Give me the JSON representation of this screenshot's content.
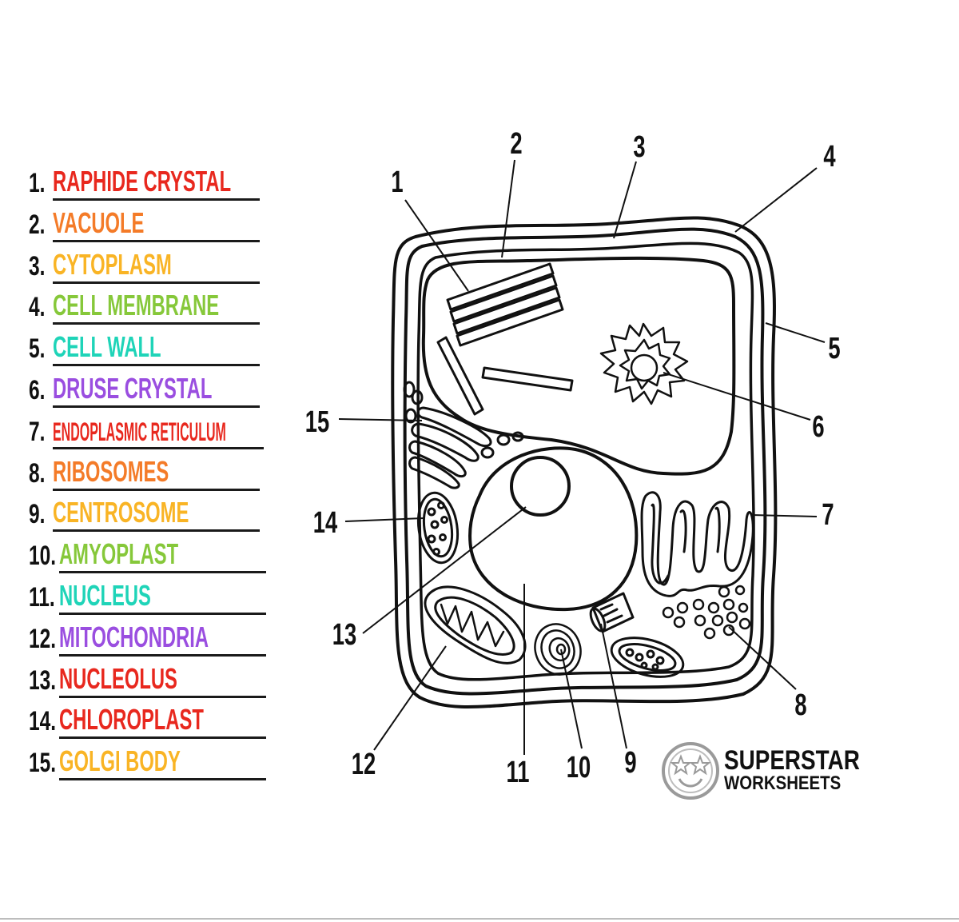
{
  "labels": [
    {
      "number": "1.",
      "answer": "RAPHIDE CRYSTAL",
      "color": "#e8281e"
    },
    {
      "number": "2.",
      "answer": "VACUOLE",
      "color": "#f47b28"
    },
    {
      "number": "3.",
      "answer": "CYTOPLASM",
      "color": "#f9b425"
    },
    {
      "number": "4.",
      "answer": "CELL MEMBRANE",
      "color": "#86c83a"
    },
    {
      "number": "5.",
      "answer": "CELL WALL",
      "color": "#1fd4b8"
    },
    {
      "number": "6.",
      "answer": "DRUSE CRYSTAL",
      "color": "#9a4ee0"
    },
    {
      "number": "7.",
      "answer": "ENDOPLASMIC RETICULUM",
      "color": "#e8281e"
    },
    {
      "number": "8.",
      "answer": "RIBOSOMES",
      "color": "#f47b28"
    },
    {
      "number": "9.",
      "answer": "CENTROSOME",
      "color": "#f9b425"
    },
    {
      "number": "10.",
      "answer": "AMYOPLAST",
      "color": "#86c83a"
    },
    {
      "number": "11.",
      "answer": "NUCLEUS",
      "color": "#1fd4b8"
    },
    {
      "number": "12.",
      "answer": "MITOCHONDRIA",
      "color": "#9a4ee0"
    },
    {
      "number": "13.",
      "answer": "NUCLEOLUS",
      "color": "#e8281e"
    },
    {
      "number": "14.",
      "answer": "CHLOROPLAST",
      "color": "#e8281e"
    },
    {
      "number": "15.",
      "answer": "GOLGI BODY",
      "color": "#f9b425"
    }
  ],
  "callouts": [
    "1",
    "2",
    "3",
    "4",
    "5",
    "6",
    "7",
    "8",
    "9",
    "10",
    "11",
    "12",
    "13",
    "14",
    "15"
  ],
  "logo": {
    "line1": "SUPERSTAR",
    "line2": "WORKSHEETS",
    "icon": "star-face-icon"
  }
}
